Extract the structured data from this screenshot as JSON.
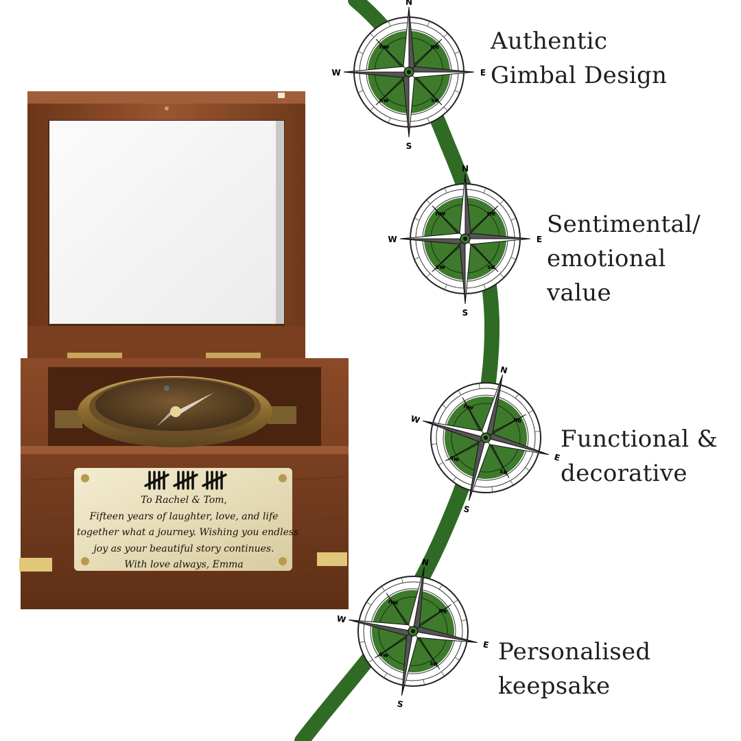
{
  "colors": {
    "path_green": "#2f6b25",
    "compass_green": "#3e7a2c",
    "wood_dark": "#5a2f17",
    "wood_mid": "#8a4a26",
    "wood_light": "#a8603a",
    "brass": "#e6dcb8",
    "brass_dark": "#8a6a2e"
  },
  "features": [
    {
      "label": "Authentic\nGimbal Design"
    },
    {
      "label": "Sentimental/\nemotional\nvalue"
    },
    {
      "label": "Functional &\ndecorative"
    },
    {
      "label": "Personalised\nkeepsake"
    }
  ],
  "compass_letters": {
    "n": "N",
    "s": "S",
    "e": "E",
    "w": "W",
    "nw": "nw",
    "ne": "ne",
    "sw": "sw",
    "se": "se"
  },
  "plaque": {
    "lines": [
      "To Rachel & Tom,",
      "Fifteen years of laughter, love, and life",
      "together what a journey. Wishing you endless",
      "joy as your beautiful story continues.",
      "With love always, Emma"
    ]
  },
  "icons": [
    "compass-rose-icon",
    "tally-marks-icon",
    "screw-icon",
    "hinge-icon"
  ]
}
